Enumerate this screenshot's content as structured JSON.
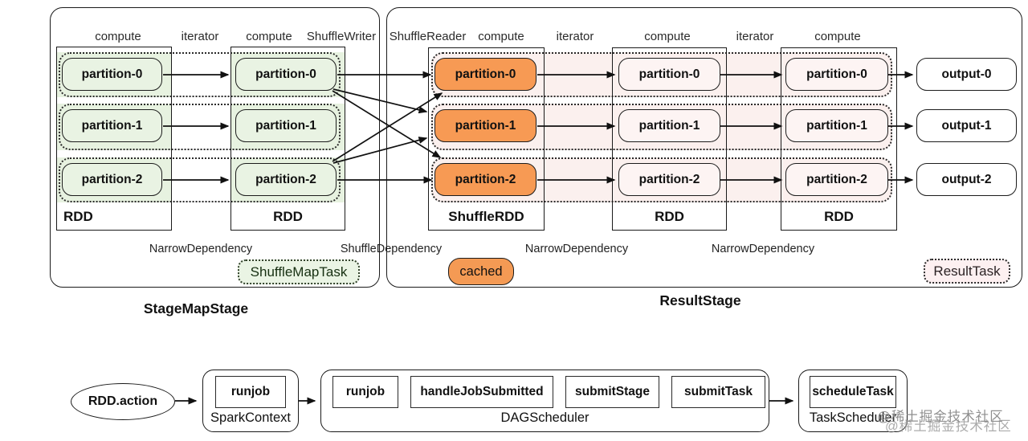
{
  "colors": {
    "green_fill": "#e9f3e3",
    "orange_fill": "#f79a54",
    "pink_fill": "#fdf4f3",
    "pink_row": "#fbf0ee",
    "border": "#1a1a1a"
  },
  "stage1": {
    "title": "StageMapStage",
    "top_labels": [
      "compute",
      "iterator",
      "compute",
      "ShuffleWriter"
    ],
    "rdd1": {
      "label": "RDD",
      "partitions": [
        "partition-0",
        "partition-1",
        "partition-2"
      ]
    },
    "rdd2": {
      "label": "RDD",
      "partitions": [
        "partition-0",
        "partition-1",
        "partition-2"
      ]
    },
    "dependency": "NarrowDependency",
    "badge": "ShuffleMapTask"
  },
  "shuffle_dependency": "ShuffleDependency",
  "stage2": {
    "title": "ResultStage",
    "top_labels": [
      "ShuffleReader",
      "compute",
      "iterator",
      "compute",
      "iterator",
      "compute"
    ],
    "shuffle_rdd": {
      "label": "ShuffleRDD",
      "partitions": [
        "partition-0",
        "partition-1",
        "partition-2"
      ]
    },
    "rdd2": {
      "label": "RDD",
      "partitions": [
        "partition-0",
        "partition-1",
        "partition-2"
      ]
    },
    "rdd3": {
      "label": "RDD",
      "partitions": [
        "partition-0",
        "partition-1",
        "partition-2"
      ]
    },
    "dependency1": "NarrowDependency",
    "dependency2": "NarrowDependency",
    "badge_cached": "cached",
    "badge_result": "ResultTask"
  },
  "outputs": [
    "output-0",
    "output-1",
    "output-2"
  ],
  "flow": {
    "action": "RDD.action",
    "spark_context": {
      "label": "SparkContext",
      "method": "runjob"
    },
    "dag_scheduler": {
      "label": "DAGScheduler",
      "methods": [
        "runjob",
        "handleJobSubmitted",
        "submitStage",
        "submitTask"
      ]
    },
    "task_scheduler": {
      "label": "TaskScheduler",
      "method": "scheduleTask"
    }
  },
  "watermark": {
    "line1": "@稀土掘金技术社区",
    "line2": "@稀土掘金技术社区"
  }
}
